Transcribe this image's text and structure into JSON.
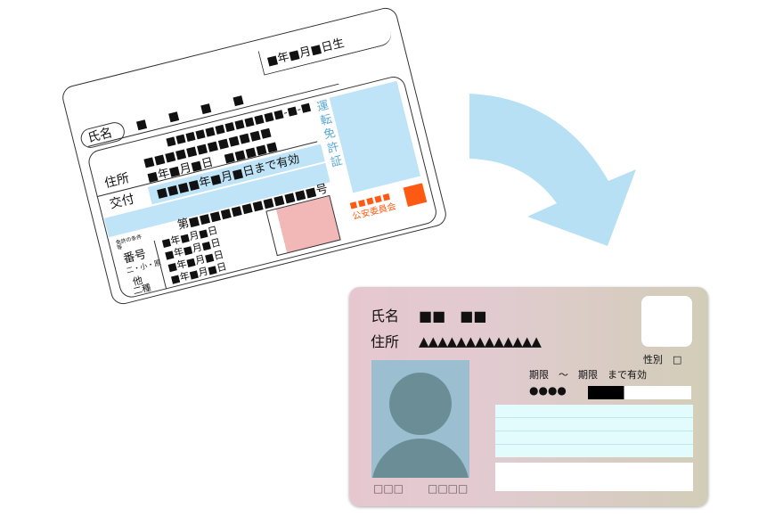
{
  "arrow_color": "#b8e0f5",
  "license": {
    "name_label": "氏名",
    "name_value": "■　■　■　■",
    "birth": "■年■月■日生",
    "address_code": "■■■■■■■■■■■■-■-■",
    "address_label": "住所",
    "address_value": "■■■■■■■■■■■■",
    "issue_label": "交付",
    "issue_value": "■年■月■日　■■■■■",
    "valid_until": "■■■■年■月■日まで有効",
    "conditions_label": "免許の条件等",
    "title": "運転免許証",
    "number_label": "番号",
    "number_value": "第■■■■■■■■■■■■号",
    "class1_label": "二・小・原",
    "class2_label": "他",
    "class3_label": "二種",
    "date1": "■年■月■日",
    "date2": "■年■月■日",
    "date3": "■年■月■日",
    "date4": "■年■月■日",
    "commission_marks": "■■■■■",
    "commission": "公安委員会",
    "photo_color": "#bfe3f7",
    "seal_color": "#ff5a14"
  },
  "mynumber": {
    "name_label": "氏名",
    "name_value": "■■　■■",
    "address_label": "住所",
    "address_value": "▲▲▲▲▲▲▲▲▲▲▲▲▲",
    "sex_label": "性別　□",
    "validity": "期限　～　期限　まで有効",
    "dots": "●●●●",
    "photo_caption_left": "□□□",
    "photo_caption_right": "□□□□",
    "photo_color": "#9bbfd0",
    "silhouette_color": "#6b8d96"
  }
}
